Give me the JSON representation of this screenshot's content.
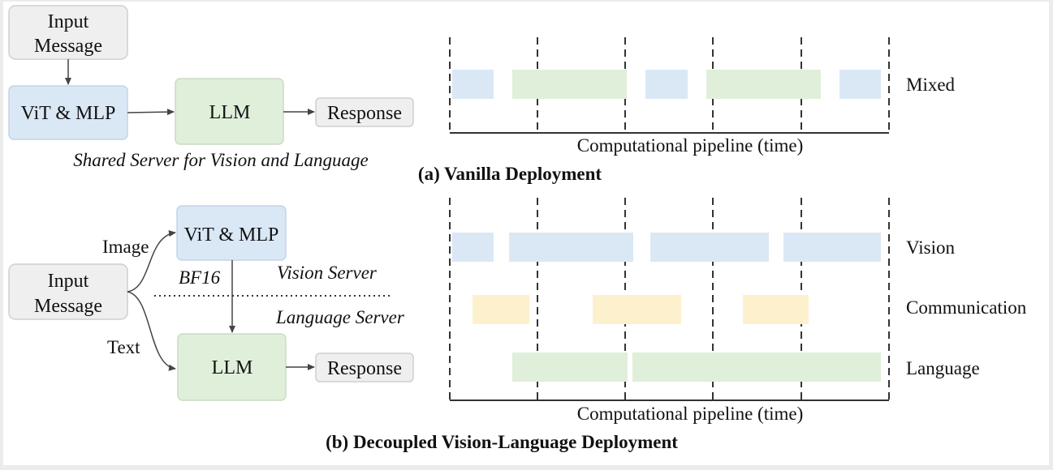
{
  "colors": {
    "vision": "#dae8f6",
    "language": "#e0efda",
    "communication": "#fdf0cc",
    "neutral": "#efefef",
    "stroke": "#c8c8c8"
  },
  "vanilla": {
    "input_line1": "Input",
    "input_line2": "Message",
    "vit": "ViT & MLP",
    "llm": "LLM",
    "response": "Response",
    "server_caption": "Shared Server for Vision  and Language",
    "lane_mixed": "Mixed",
    "axis_caption": "Computational pipeline (time)",
    "title": "(a) Vanilla Deployment"
  },
  "decoupled": {
    "input_line1": "Input",
    "input_line2": "Message",
    "image_label": "Image",
    "text_label": "Text",
    "vit": "ViT & MLP",
    "llm": "LLM",
    "response": "Response",
    "bf16": "BF16",
    "vision_server": "Vision Server",
    "language_server": "Language Server",
    "lane_vision": "Vision",
    "lane_comm": "Communication",
    "lane_language": "Language",
    "axis_caption": "Computational pipeline (time)",
    "title": "(b) Decoupled Vision-Language Deployment"
  }
}
